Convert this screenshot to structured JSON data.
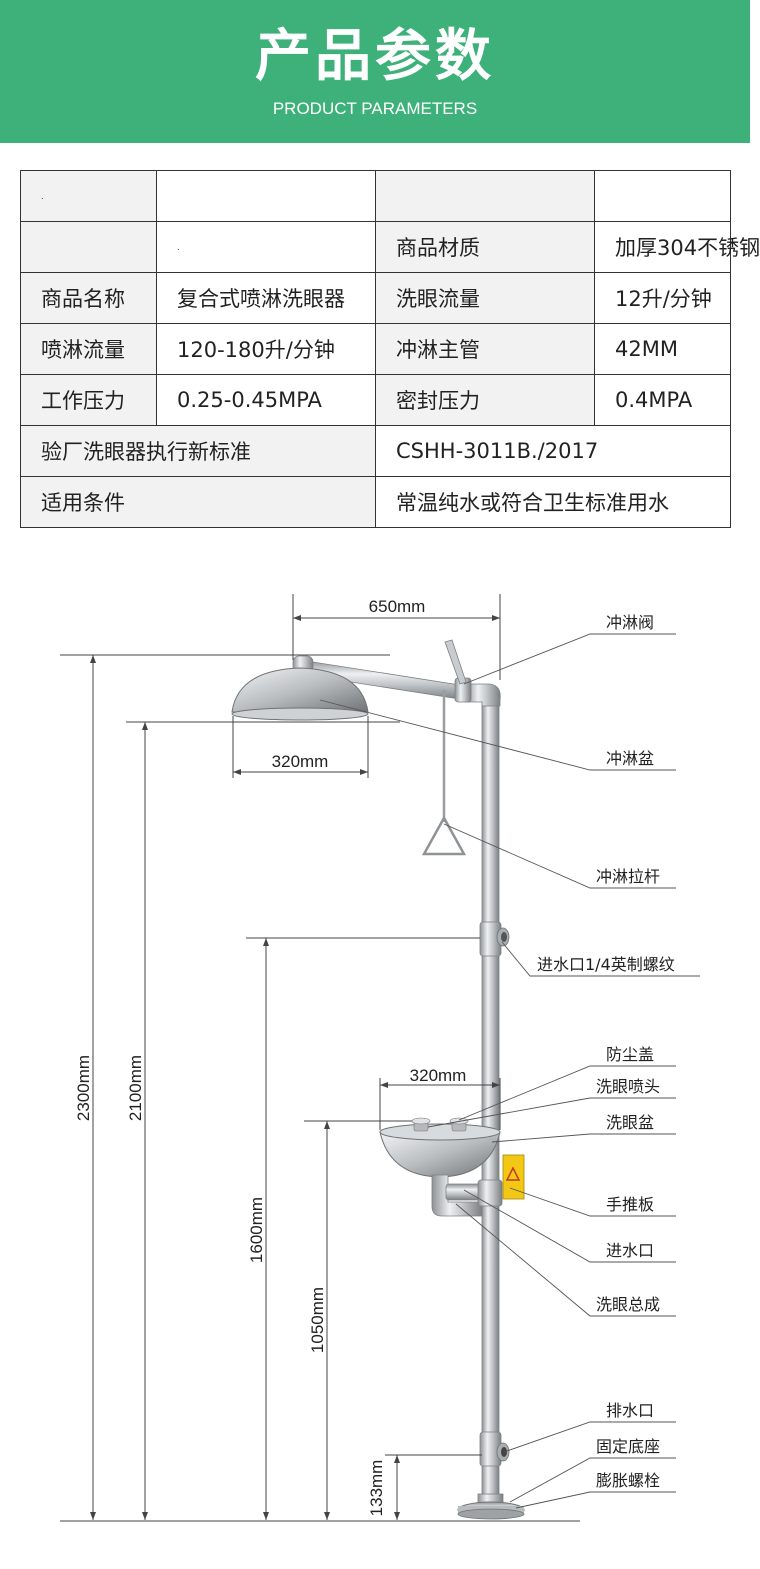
{
  "header": {
    "title": "产品参数",
    "subtitle": "PRODUCT PARAMETERS",
    "bg_color": "#3eb17b"
  },
  "table": {
    "row0": {
      "a": ".",
      "b": "",
      "c": "",
      "d": ""
    },
    "row1": {
      "a": "",
      "b": ".",
      "c": "商品材质",
      "d": "加厚304不锈钢"
    },
    "row2": {
      "a": "商品名称",
      "b": "复合式喷淋洗眼器",
      "c": "洗眼流量",
      "d": "12升/分钟"
    },
    "row3": {
      "a": "喷淋流量",
      "b": "120-180升/分钟",
      "c": "冲淋主管",
      "d": "42MM"
    },
    "row4": {
      "a": "工作压力",
      "b": "0.25-0.45MPA",
      "c": "密封压力",
      "d": "0.4MPA"
    },
    "row5": {
      "label": "验厂洗眼器执行新标准",
      "value": "CSHH-3011B./2017"
    },
    "row6": {
      "label": "适用条件",
      "value": "常温纯水或符合卫生标准用水"
    }
  },
  "diagram": {
    "dims": {
      "width_top": "650mm",
      "shower_head": "320mm",
      "eye_bowl": "320mm",
      "h_total": "2300mm",
      "h_shower": "2100mm",
      "h_inlet": "1600mm",
      "h_bowl": "1050mm",
      "h_drain": "133mm"
    },
    "callouts": {
      "shower_valve": "冲淋阀",
      "shower_bowl": "冲淋盆",
      "pull_rod": "冲淋拉杆",
      "water_inlet_thread": "进水口1/4英制螺纹",
      "dust_cover": "防尘盖",
      "eye_nozzle": "洗眼喷头",
      "eye_bowl": "洗眼盆",
      "push_plate": "手推板",
      "inlet": "进水口",
      "eye_assembly": "洗眼总成",
      "drain": "排水口",
      "base": "固定底座",
      "bolt": "膨胀螺栓"
    }
  }
}
